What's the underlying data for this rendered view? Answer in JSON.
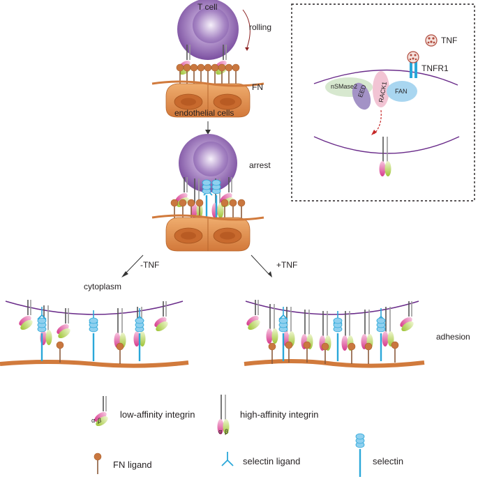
{
  "labels": {
    "t_cell": "T cell",
    "rolling": "rolling",
    "fn": "FN",
    "endothelial_cells": "endothelial cells",
    "arrest": "arrest",
    "minus_tnf": "-TNF",
    "plus_tnf": "+TNF",
    "cytoplasm": "cytoplasm",
    "adhesion": "adhesion"
  },
  "inset": {
    "tnf": "TNF",
    "tnfr1": "TNFR1",
    "nsmase2": "nSMase2",
    "eed": "EED",
    "rack1": "RACK1",
    "fan": "FAN"
  },
  "legend": {
    "low_affinity": "low-affinity integrin",
    "high_affinity": "high-affinity integrin",
    "fn_ligand": "FN ligand",
    "selectin_ligand": "selectin ligand",
    "selectin": "selectin",
    "alpha": "α",
    "beta": "β"
  },
  "colors": {
    "t_cell": "#7b4fa0",
    "endothelium": "#e08b48",
    "fn_ligand": "#b8643a",
    "selectin": "#2aa7d9",
    "integrin_alpha": "#d63b8d",
    "integrin_beta": "#a5c93e",
    "membrane": "#6a2c8a",
    "tnf": "#b04a3c"
  }
}
